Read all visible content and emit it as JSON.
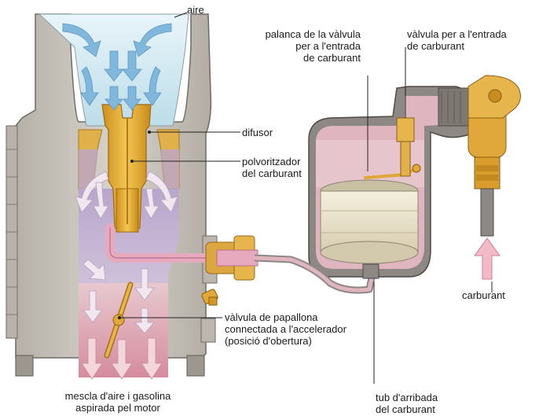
{
  "labels": {
    "aire": "aire",
    "difusor": "difusor",
    "polvoritzador": [
      "polvoritzador",
      "del carburant"
    ],
    "palanca": [
      "palanca de la vàlvula",
      "per a l'entrada",
      "de carburant"
    ],
    "valvula_entrada": [
      "vàlvula per a l'entrada",
      "de carburant"
    ],
    "carburant": "carburant",
    "papallona": [
      "vàlvula de papallona",
      "connectada a l'accelerador",
      "(posició d'obertura)"
    ],
    "mescla": [
      "mescla d'aire i gasolina",
      "aspirada pel motor"
    ],
    "tub": [
      "tub d'arribada",
      "del carburant"
    ]
  },
  "colors": {
    "body_grey": "#c9c4bd",
    "body_dark": "#8f8a84",
    "air_light": "#d7ecf3",
    "air_arrow": "#7fb7dd",
    "chamber_purple": "#c8b5d3",
    "fuel_pink": "#e7a9bd",
    "brass": "#e3ad35",
    "bowl_pink": "#dfb5c0",
    "float_cream": "#eee7cf"
  }
}
